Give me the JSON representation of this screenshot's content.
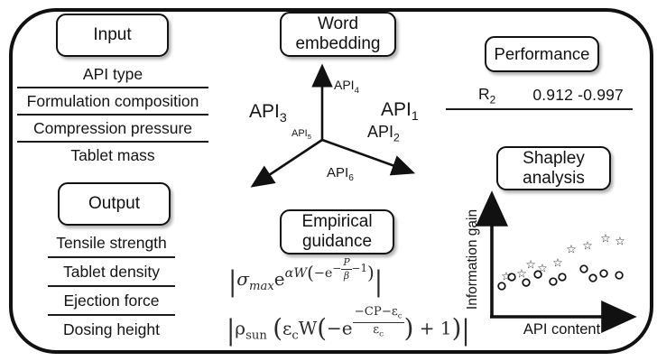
{
  "figure": {
    "background": "#ffffff",
    "ink": "#1a1a1a"
  },
  "input_panel": {
    "title": "Input",
    "items": [
      "API type",
      "Formulation composition",
      "Compression pressure",
      "Tablet mass"
    ]
  },
  "output_panel": {
    "title": "Output",
    "items": [
      "Tensile strength",
      "Tablet density",
      "Ejection force",
      "Dosing height"
    ]
  },
  "embedding": {
    "title": "Word embedding",
    "labels": [
      {
        "base": "API",
        "sub": "1"
      },
      {
        "base": "API",
        "sub": "2"
      },
      {
        "base": "API",
        "sub": "3"
      },
      {
        "base": "API",
        "sub": "4"
      },
      {
        "base": "API",
        "sub": "5"
      },
      {
        "base": "API",
        "sub": "6"
      }
    ]
  },
  "performance": {
    "title": "Performance",
    "metric_base": "R",
    "metric_sub": "2",
    "value": "0.912 -0.997"
  },
  "empirical": {
    "title": "Empirical guidance",
    "formula1": {
      "bar_l": "|",
      "sigma": "σ",
      "sigma_sub": "max",
      "e": "e",
      "exp_aw": "αW",
      "p_open": "(",
      "minus_e": "−e",
      "exp2_minus": "−",
      "frac_num": "P",
      "frac_den": "β",
      "exp2_tail": "−1",
      "p_close": ")",
      "bar_r": "|"
    },
    "formula2": {
      "bar_l": "|",
      "rho": "ρ",
      "rho_sub": "sun",
      "p1_open": "(",
      "eps": "ε",
      "eps_sub": "c",
      "w": "W",
      "p2_open": "(",
      "minus_e": "−e",
      "fnum": "−CP−ε",
      "fnum_sub": "c",
      "fden": "ε",
      "fden_sub": "c",
      "p2_close": ")",
      "plus_one": "+ 1",
      "p1_close": ")",
      "bar_r": "|"
    }
  },
  "chart_data": {
    "type": "scatter",
    "title": "Shapley analysis",
    "xlabel": "API content",
    "ylabel": "Information gain",
    "gridlines": false,
    "legend": "none",
    "x_axis": {
      "ticks": "none",
      "arrow": true,
      "range_norm": [
        0,
        1
      ]
    },
    "y_axis": {
      "ticks": "none",
      "arrow": true,
      "range_norm": [
        0,
        1
      ]
    },
    "series": [
      {
        "name": "circles",
        "marker": "circle",
        "points_norm": [
          [
            0.072,
            0.25
          ],
          [
            0.145,
            0.326
          ],
          [
            0.25,
            0.28
          ],
          [
            0.336,
            0.348
          ],
          [
            0.447,
            0.288
          ],
          [
            0.513,
            0.326
          ],
          [
            0.671,
            0.394
          ],
          [
            0.737,
            0.318
          ],
          [
            0.816,
            0.356
          ],
          [
            0.928,
            0.341
          ]
        ]
      },
      {
        "name": "stars",
        "marker": "star",
        "glyph": "☆",
        "points_norm": [
          [
            0.105,
            0.333
          ],
          [
            0.217,
            0.356
          ],
          [
            0.283,
            0.432
          ],
          [
            0.368,
            0.402
          ],
          [
            0.48,
            0.447
          ],
          [
            0.579,
            0.561
          ],
          [
            0.697,
            0.591
          ],
          [
            0.829,
            0.652
          ],
          [
            0.934,
            0.629
          ]
        ]
      }
    ]
  }
}
